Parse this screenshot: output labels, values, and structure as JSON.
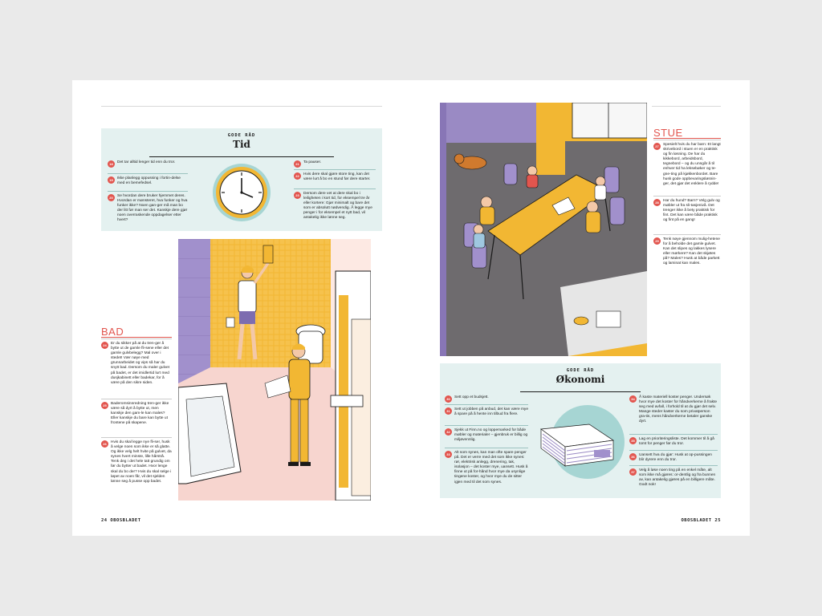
{
  "left_page": {
    "box": {
      "kicker": "GODE RÅD",
      "title": "Tid",
      "tips": [
        {
          "num": "18",
          "text": "Det tar alltid lenger tid enn du tror."
        },
        {
          "num": "19",
          "text": "Ikke planlegg oppussing i fortin-delse med en bemefedsel."
        },
        {
          "num": "20",
          "text": "Se hvordan dere bruker hjemmet deres. Hvordan er mønsteret, hva funker og hva funker ikke? Noen gan-ger må man bo der litt før man ser det. Kanskje dere gjør noen overraskende oppdagelser etter hvert?"
        },
        {
          "num": "21",
          "text": "Ta pauser."
        },
        {
          "num": "22",
          "text": "Hvis dere skal gjøre store ting, kan det være lurt å bo en stund før dere starter."
        },
        {
          "num": "23",
          "text": "Dersom dere vet at dere skal bo i leiligheten i kort tid, for eksempel tre år eller kortere: Gjør minimalt og bare det som er absolutt nødvendig. Å legge mye penger i for eksempel et nytt bad, vil antakelig ikke lønne seg."
        }
      ]
    },
    "section": {
      "title": "BAD",
      "tips": [
        {
          "num": "24",
          "text": "Er du sikker på at du tren-ger å bytte ut de gamle fli-sene eller det gamle gulvbelegg? Mal over i stedet! Vær nøye med grunnarbeidet og vips så har du snytt bad. Dersom du maler gulvet på badet, er det imidlertid lurt med dusjkabinett eller badekar, for å være på den sikre siden."
        },
        {
          "num": "25",
          "text": "Baderomsinnredning tren-ger ikke være så dyrt å bytte ut, men kanskje den gam-le kan males? Eller kanskje du bare kan bytte ut frontene på skapene."
        },
        {
          "num": "26",
          "text": "Hvis du skal legge nye fli-ser, husk å velge noen som ikke er så glatte. Og ikke velg helt hvite på gulvet, da synes hvert minste, lille hårstrå. Tenk deg i det hele tatt grundig om før du bytter ut badet. Hvor lenge skal du bo der? Hvis du skal selge i løpet av noen får, vil det sjelden lønne seg å pusse opp badet."
        }
      ]
    },
    "footer": "24 OBOSBLADET"
  },
  "right_page": {
    "section": {
      "title": "STUE",
      "tips": [
        {
          "num": "27",
          "text": "Spesielt hvis du har barn: Et langt skrivebord i stuen er en praktisk og fin løsning. De har du kikkebord, arbeidsbord, tegnebord – og du unngår å til enhver tid ha leksebøker og te-gne-ting på kjøkkenbordet. Bare husk gode oppbevaringsløsnin-ger, det gjør det enklere å rydde!"
        },
        {
          "num": "28",
          "text": "Har du hund? Barn? Velg gulv og møbler ut fra sli-tasjenivå. Det trenger ikke å bety praktisk for fint. Det kan være både praktisk og fint på en gang!"
        },
        {
          "num": "29",
          "text": "Tenk nøye gjennom mulig-hetene for å beholde det gamle gulvet. Kan det slipes og lakkes lysere eller mørkere? Kan det skjøtes på? Males? Husk at både parkett og laminat kan males."
        }
      ]
    },
    "box": {
      "kicker": "GODE RÅD",
      "title": "Økonomi",
      "tips": [
        {
          "num": "30",
          "text": "Sett opp et budsjett."
        },
        {
          "num": "31",
          "text": "Sett ut jobben på anbud, det kan være mye å spare på å hente inn tilbud fra flere."
        },
        {
          "num": "32",
          "text": "Sjekk ut Finn.no og loppemarked for både møbler og materialer – gjenbruk er billig og miljøvennlig."
        },
        {
          "num": "33",
          "text": "Alt som synes, kan man ofte spare penger på. Det er verre med det som ikke synes: rør, elektrisk anlegg, drenering, tak, isolasjon – det koster mye, uansett. Husk å finne ut på for-hånd hvor mye da usynlige tingene koster, og hvor mye du de sitter igjen med til det som synes."
        },
        {
          "num": "34",
          "text": "Å kaste materiell koster penger. Undersøk hvor mye det koster for håndverkerne å frakte seg med avfall, i forhold til at du gjør det selv. Mange steder kaster du som privatperson gra-tis, mens håndverkerne betaler ganske dyrt."
        },
        {
          "num": "35",
          "text": "Lag en prioriteringsliste. Det kommer til å gå tomt for penger før du tror."
        },
        {
          "num": "36",
          "text": "Uansett hva du gjør: Husk at op-pussingen blir dyrere enn du tror."
        },
        {
          "num": "37",
          "text": "Velg å løse noen ting på en enkel måte, alt som ikke må gjøres: or-dentlig og fra bunnen av, kan antakelig gjøres på en billigere måte. Godt nok!"
        }
      ]
    },
    "footer": "OBOSBLADET 25"
  },
  "colors": {
    "background": "#eaeaea",
    "page": "#ffffff",
    "panel": "#e4f1f0",
    "accent_red": "#e2554e",
    "yellow": "#f2b733",
    "purple": "#a190cc"
  }
}
